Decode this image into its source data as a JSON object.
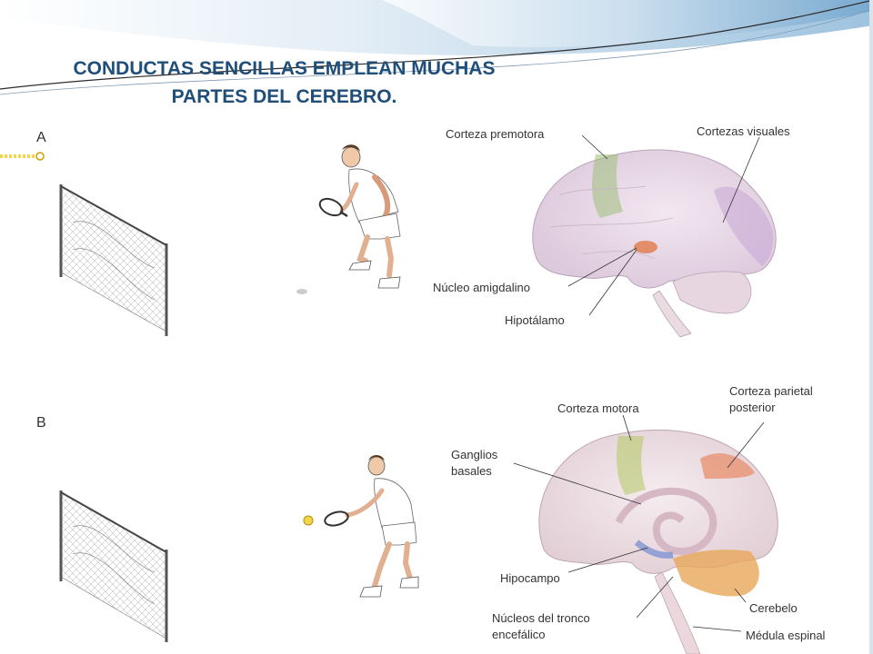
{
  "slide": {
    "title_line1": "CONDUCTAS  SENCILLAS EMPLEAN MUCHAS",
    "title_line2": "PARTES DEL CEREBRO.",
    "title_color": "#1f4e79"
  },
  "panel_a": {
    "letter": "A",
    "labels": {
      "corteza_premotora": "Corteza premotora",
      "cortezas_visuales": "Cortezas visuales",
      "nucleo_amigdalino": "Núcleo amigdalino",
      "hipotalamo": "Hipotálamo"
    }
  },
  "panel_b": {
    "letter": "B",
    "labels": {
      "corteza_motora": "Corteza motora",
      "corteza_parietal_1": "Corteza parietal",
      "corteza_parietal_2": "posterior",
      "ganglios_1": "Ganglios",
      "ganglios_2": "basales",
      "hipocampo": "Hipocampo",
      "nucleos_1": "Núcleos del tronco",
      "nucleos_2": "encefálico",
      "cerebelo": "Cerebelo",
      "medula": "Médula espinal"
    }
  },
  "colors": {
    "premotor": "#9dbf7a",
    "visual": "#c7a6d6",
    "amygdala": "#e07b4a",
    "motor": "#b7c96a",
    "parietal": "#e8845a",
    "hippocampus": "#7a8fd0",
    "cerebellum": "#e8a85a"
  }
}
